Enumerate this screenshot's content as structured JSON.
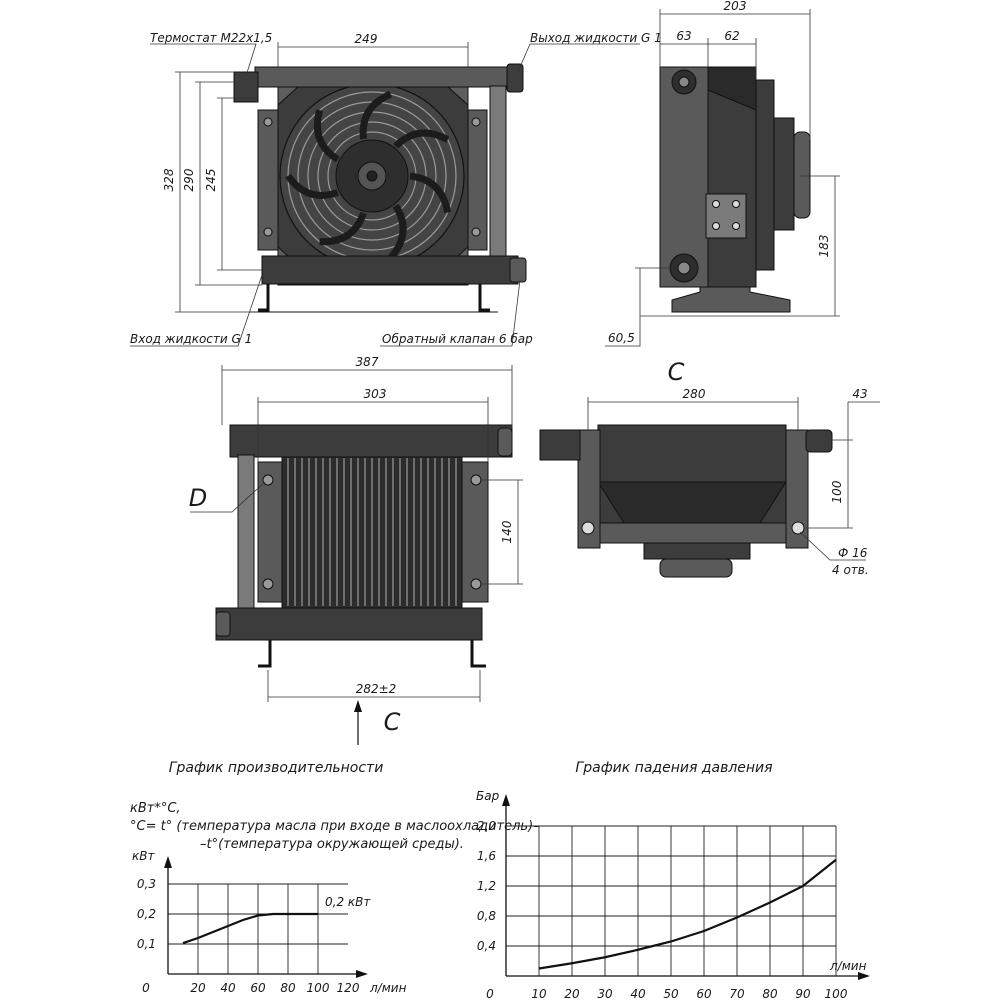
{
  "labels": {
    "thermostat": "Термостат М22х1,5",
    "fluid_out": "Выход жидкости G 1",
    "fluid_in": "Вход жидкости G 1",
    "check_valve": "Обратный клапан 6 бар",
    "view_c_top": "С",
    "view_c_bottom": "С",
    "detail_d": "D",
    "hole_dia": "Ф 16",
    "hole_count": "4 отв."
  },
  "dimensions": {
    "front_width": "249",
    "front_h328": "328",
    "front_h290": "290",
    "front_h245": "245",
    "side_total": "203",
    "side_63": "63",
    "side_62": "62",
    "side_183": "183",
    "side_605": "60,5",
    "back_387": "387",
    "back_303": "303",
    "back_140": "140",
    "back_282": "282±2",
    "top_280": "280",
    "top_43": "43",
    "top_100": "100"
  },
  "chart_data": [
    {
      "type": "line",
      "title": "График производительности",
      "note_lines": [
        "кВт*°С,",
        "°С= t° (температура масла при входе в маслоохладитель)–",
        "–t°(температура окружающей среды)."
      ],
      "ylabel": "кВт",
      "xlabel": "л/мин",
      "origin_label": "0",
      "x_ticks": [
        "20",
        "40",
        "60",
        "80",
        "100",
        "120"
      ],
      "y_ticks": [
        "0,1",
        "0,2",
        "0,3"
      ],
      "xlim": [
        0,
        120
      ],
      "ylim": [
        0,
        0.3
      ],
      "annotation": "0,2 кВт",
      "series": [
        {
          "x": [
            10,
            20,
            30,
            40,
            50,
            60,
            70,
            80,
            90,
            100
          ],
          "y": [
            0.103,
            0.12,
            0.14,
            0.16,
            0.18,
            0.195,
            0.2,
            0.2,
            0.2,
            0.2
          ]
        }
      ]
    },
    {
      "type": "line",
      "title": "График падения давления",
      "ylabel": "Бар",
      "xlabel": "л/мин",
      "origin_label": "0",
      "x_ticks": [
        "10",
        "20",
        "30",
        "40",
        "50",
        "60",
        "70",
        "80",
        "90",
        "100"
      ],
      "y_ticks": [
        "0,4",
        "0,8",
        "1,2",
        "1,6",
        "2,0"
      ],
      "xlim": [
        0,
        100
      ],
      "ylim": [
        0,
        2.0
      ],
      "series": [
        {
          "x": [
            10,
            20,
            30,
            40,
            50,
            60,
            70,
            80,
            90,
            100
          ],
          "y": [
            0.1,
            0.17,
            0.25,
            0.35,
            0.46,
            0.6,
            0.78,
            0.98,
            1.2,
            1.55
          ]
        }
      ]
    }
  ]
}
